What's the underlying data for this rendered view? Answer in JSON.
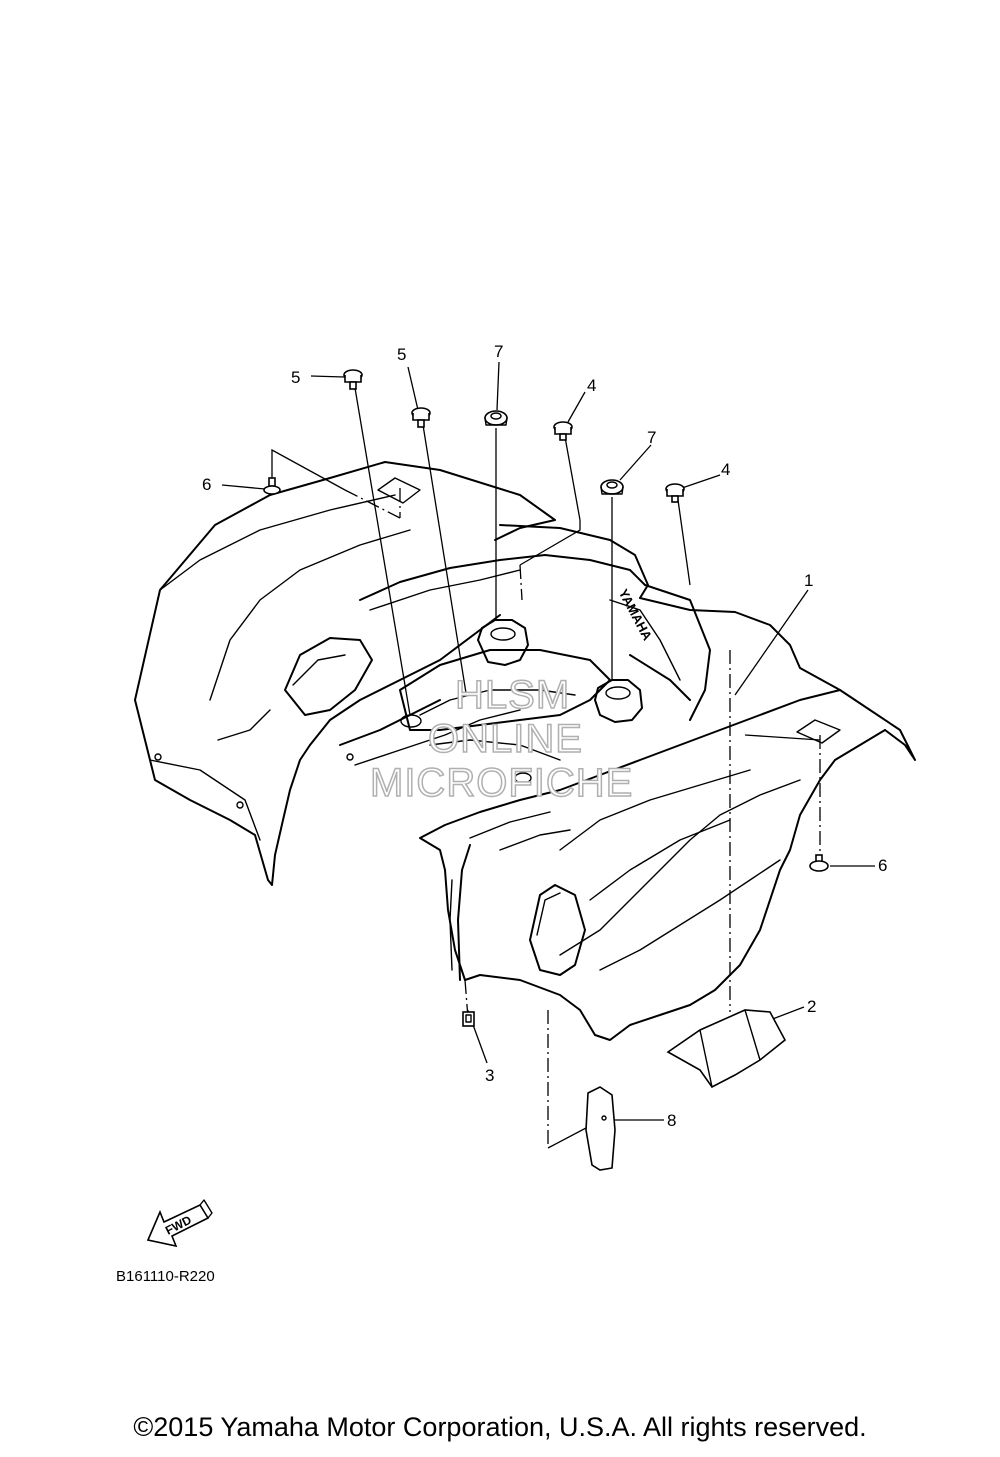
{
  "callouts": {
    "c1": "1",
    "c2": "2",
    "c3": "3",
    "c4a": "4",
    "c4b": "4",
    "c5a": "5",
    "c5b": "5",
    "c6a": "6",
    "c6b": "6",
    "c7a": "7",
    "c7b": "7",
    "c8": "8"
  },
  "watermark": {
    "line1": "HLSM",
    "line2": "ONLINE",
    "line3": "MICROFICHE"
  },
  "fender_logo": "YAMAHA",
  "fwd_label": "FWD",
  "diagram_code": "B161110-R220",
  "copyright": "©2015 Yamaha Motor Corporation, U.S.A. All rights reserved."
}
